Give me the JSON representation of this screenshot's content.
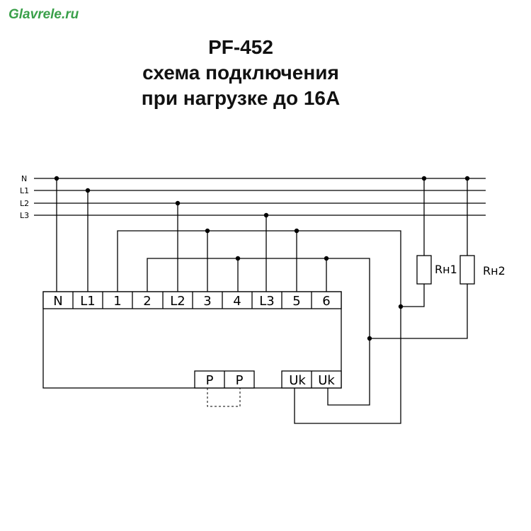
{
  "site": {
    "logo_text": "Glavrele.ru"
  },
  "title": {
    "line1": "PF-452",
    "line2": "схема подключения",
    "line3": "при нагрузке до 16А"
  },
  "bus_lines": [
    "N",
    "L1",
    "L2",
    "L3"
  ],
  "terminals_top": [
    "N",
    "L1",
    "1",
    "2",
    "L2",
    "3",
    "4",
    "L3",
    "5",
    "6"
  ],
  "terminals_bottom_p": [
    "P",
    "P"
  ],
  "terminals_bottom_uk": [
    "Uk",
    "Uk"
  ],
  "loads": [
    "Rн1",
    "Rн2"
  ]
}
